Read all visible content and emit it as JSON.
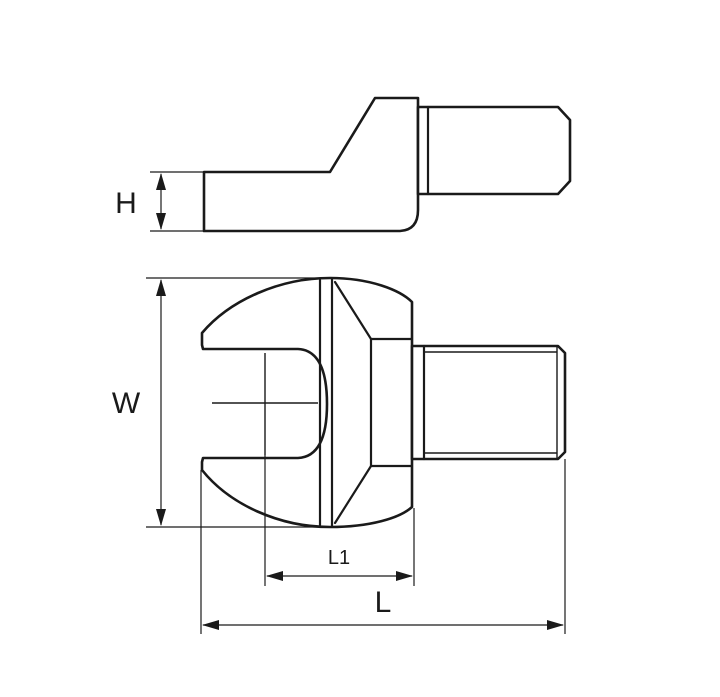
{
  "labels": {
    "H": "H",
    "W": "W",
    "L1": "L1",
    "L": "L"
  }
}
